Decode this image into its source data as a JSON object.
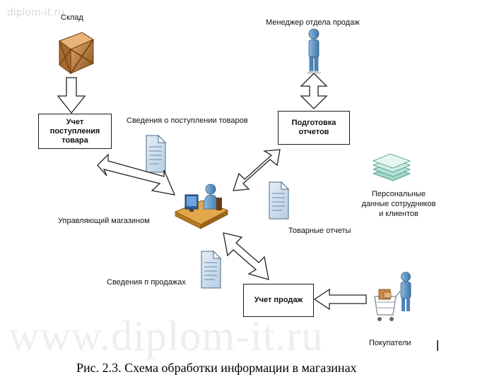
{
  "watermark": {
    "top": "diplom-it.ru",
    "center": "www.diplom-it.ru"
  },
  "labels": {
    "warehouse": "Склад",
    "sales_manager": "Менеджер отдела продаж",
    "goods_receipt_info": "Сведения о поступлении товаров",
    "store_manager": "Управляющий магазином",
    "personal_data_1": "Персональные",
    "personal_data_2": "данные сотрудников",
    "personal_data_3": "и клиентов",
    "goods_reports": "Товарные отчеты",
    "sales_info": "Сведения п продажах",
    "buyers": "Покупатели"
  },
  "boxes": {
    "goods_receipt": [
      "Учет",
      "поступления",
      "товара"
    ],
    "reports": [
      "Подготовка",
      "отчетов"
    ],
    "sales": [
      "Учет продаж"
    ]
  },
  "caption": "Рис. 2.3. Схема обработки информации в магазинах",
  "colors": {
    "doc_fill": "#c9dced",
    "person": "#6a9ec9",
    "box_wood": "#b97a3a",
    "stack": "#9fd6c7"
  }
}
